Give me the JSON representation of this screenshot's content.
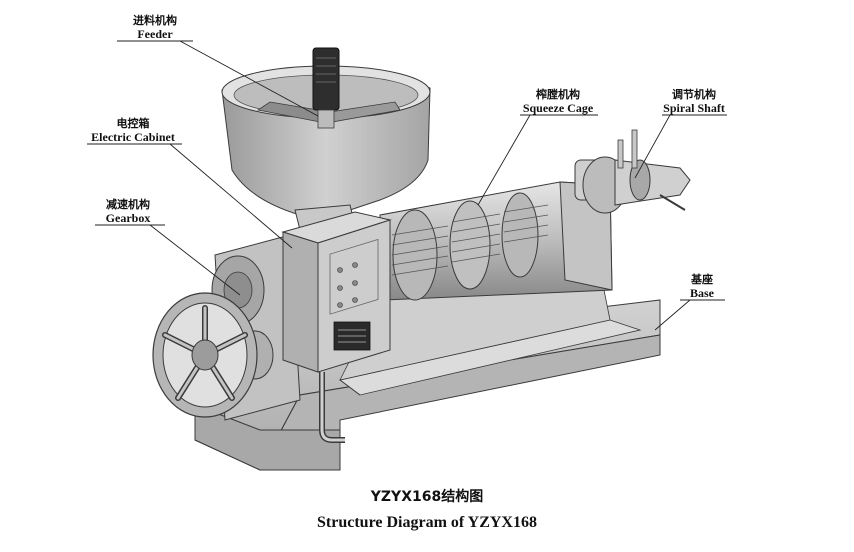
{
  "labels": {
    "feeder": {
      "cn": "进料机构",
      "en": "Feeder"
    },
    "electric_cabinet": {
      "cn": "电控箱",
      "en": "Electric Cabinet"
    },
    "gearbox": {
      "cn": "减速机构",
      "en": "Gearbox"
    },
    "squeeze_cage": {
      "cn": "榨膛机构",
      "en": "Squeeze Cage"
    },
    "spiral_shaft": {
      "cn": "调节机构",
      "en": "Spiral Shaft"
    },
    "base": {
      "cn": "基座",
      "en": "Base"
    }
  },
  "caption": {
    "line1": "YZYX168结构图",
    "line2": "Structure Diagram of  YZYX168"
  },
  "colors": {
    "body": "#c8c8c8",
    "dark": "#8a8a8a",
    "light": "#e4e4e4",
    "outline": "#3a3a3a"
  }
}
